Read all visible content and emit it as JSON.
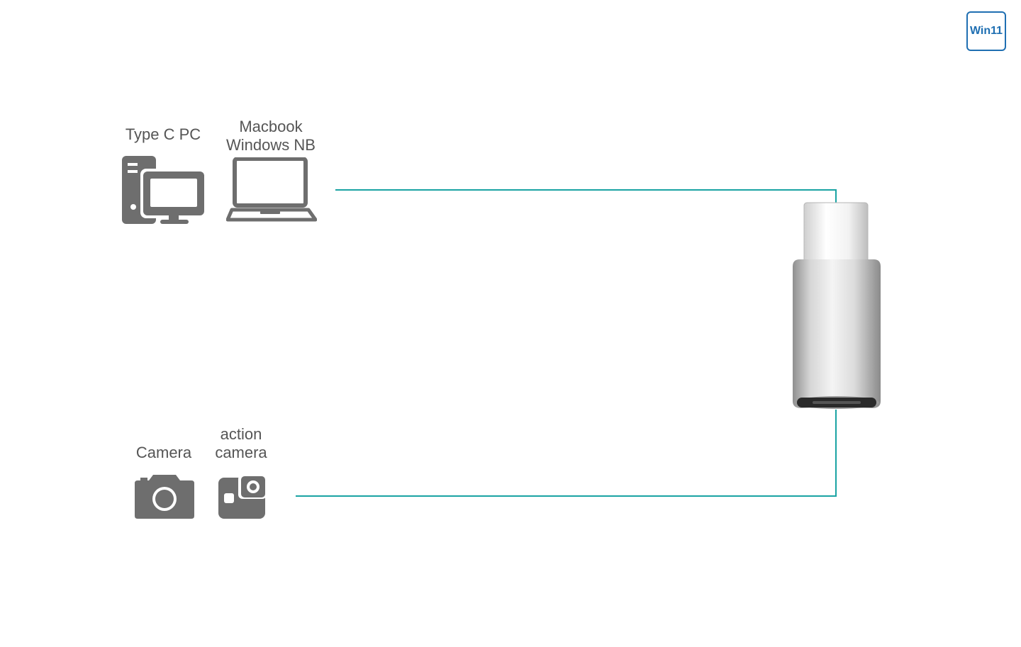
{
  "badge": {
    "label": "Win11"
  },
  "devices": {
    "type_c_pc": {
      "label": "Type C PC"
    },
    "laptop": {
      "label_line1": "Macbook",
      "label_line2": "Windows NB"
    },
    "camera": {
      "label": "Camera"
    },
    "action_camera": {
      "label_line1": "action",
      "label_line2": "camera"
    }
  },
  "colors": {
    "icon_gray": "#6e6e6e",
    "connector_teal": "#1aa3a3",
    "badge_blue": "#1f6fb2"
  }
}
